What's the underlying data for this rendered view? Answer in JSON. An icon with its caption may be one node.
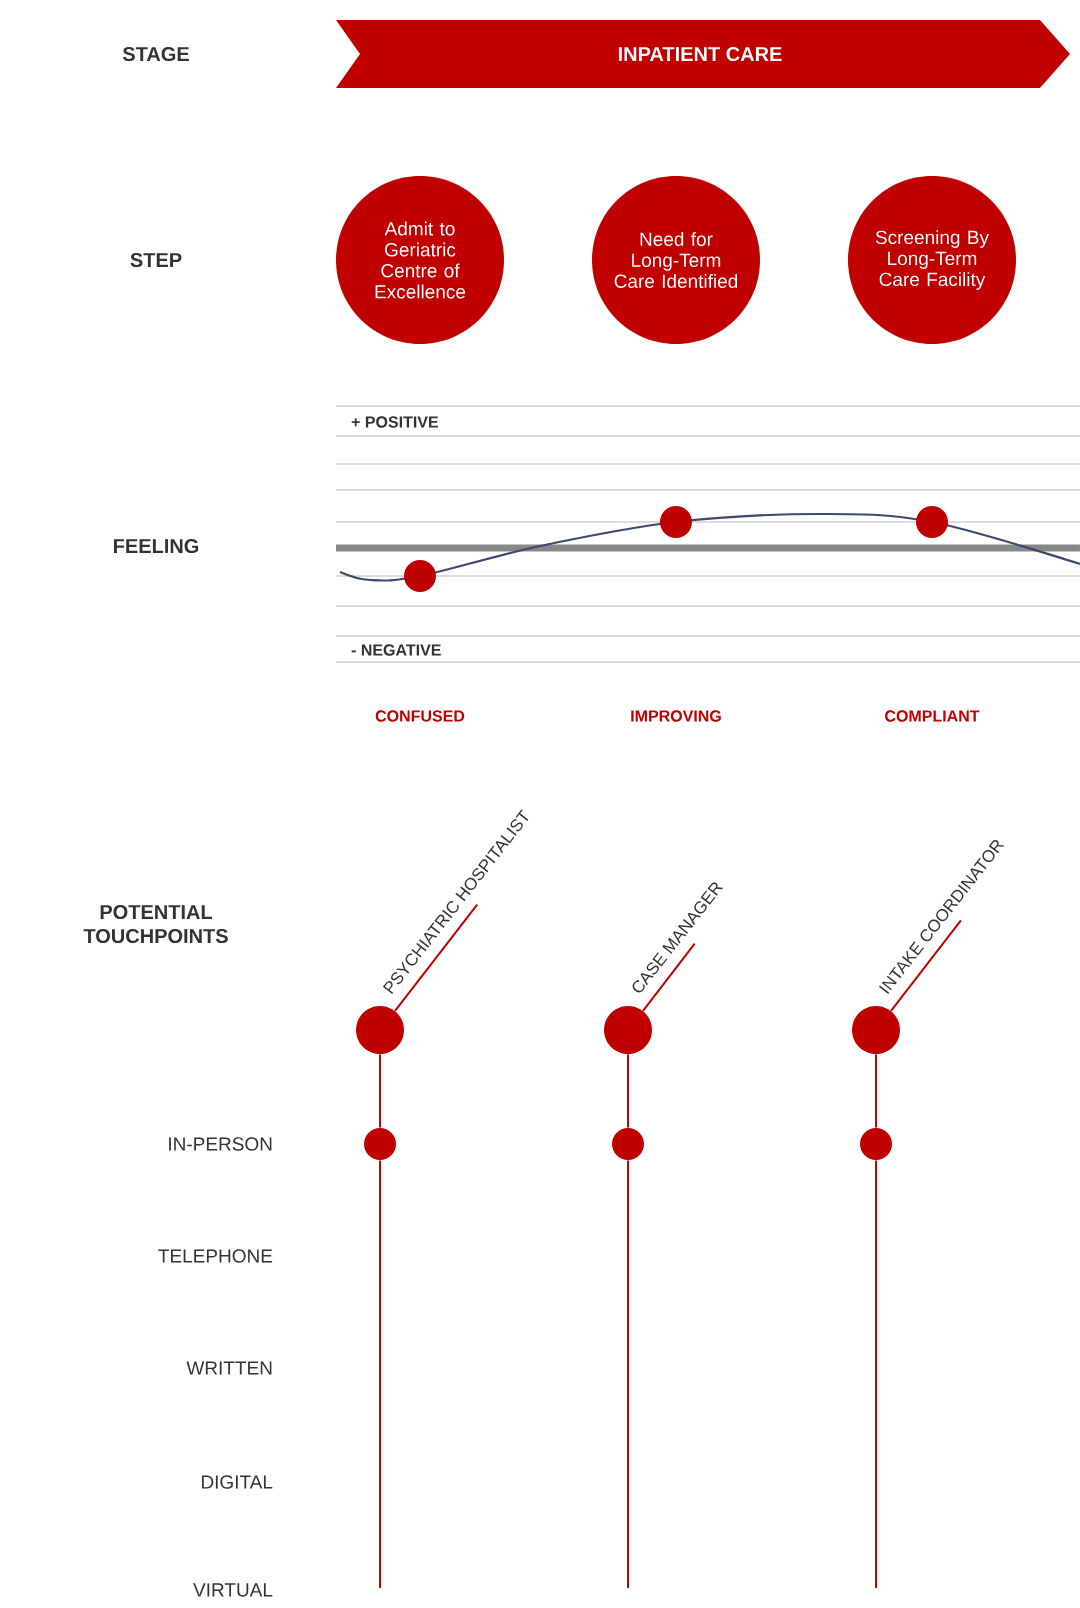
{
  "diagram": {
    "nodes": [
      {
        "text": [
          "INPATIENT CARE"
        ]
      },
      {
        "text": [
          "Admit to Geriatric Centre of Excellence"
        ]
      },
      {
        "text": [
          "Need for Long-Term Care Identified"
        ]
      },
      {
        "text": [
          "Screening By Long-Term Care Facility"
        ]
      },
      {
        "text": [
          "PSYCHIATRIC HOSPITALIST"
        ]
      },
      {
        "text": [
          "CASE MANAGER"
        ]
      },
      {
        "text": [
          "INTAKE COORDINATOR"
        ]
      },
      {
        "text": [],
        "shape": "circle"
      },
      {
        "text": [],
        "shape": "circle"
      },
      {
        "text": [],
        "shape": "circle"
      },
      {
        "text": [],
        "shape": "circle"
      },
      {
        "text": [],
        "shape": "circle"
      },
      {
        "text": [],
        "shape": "circle"
      }
    ],
    "edges": [
      {
        "from": 4,
        "to": 7,
        "arrow": "none"
      },
      {
        "from": 5,
        "to": 8,
        "arrow": "none"
      },
      {
        "from": 6,
        "to": 9,
        "arrow": "none"
      },
      {
        "from": 7,
        "to": 10,
        "arrow": "none"
      },
      {
        "from": 8,
        "to": 11,
        "arrow": "none"
      },
      {
        "from": 9,
        "to": 12,
        "arrow": "none"
      },
      {
        "from": 10,
        "to": null,
        "arrow": "none"
      },
      {
        "from": 11,
        "to": null,
        "arrow": "none"
      },
      {
        "from": 12,
        "to": null,
        "arrow": "none"
      }
    ],
    "labels": [
      "STAGE",
      "STEP",
      "+ POSITIVE",
      "FEELING",
      "- NEGATIVE",
      "CONFUSED",
      "IMPROVING",
      "COMPLIANT",
      "POTENTIAL TOUCHPOINTS",
      "IN-PERSON",
      "TELEPHONE",
      "WRITTEN",
      "DIGITAL",
      "VIRTUAL"
    ]
  }
}
